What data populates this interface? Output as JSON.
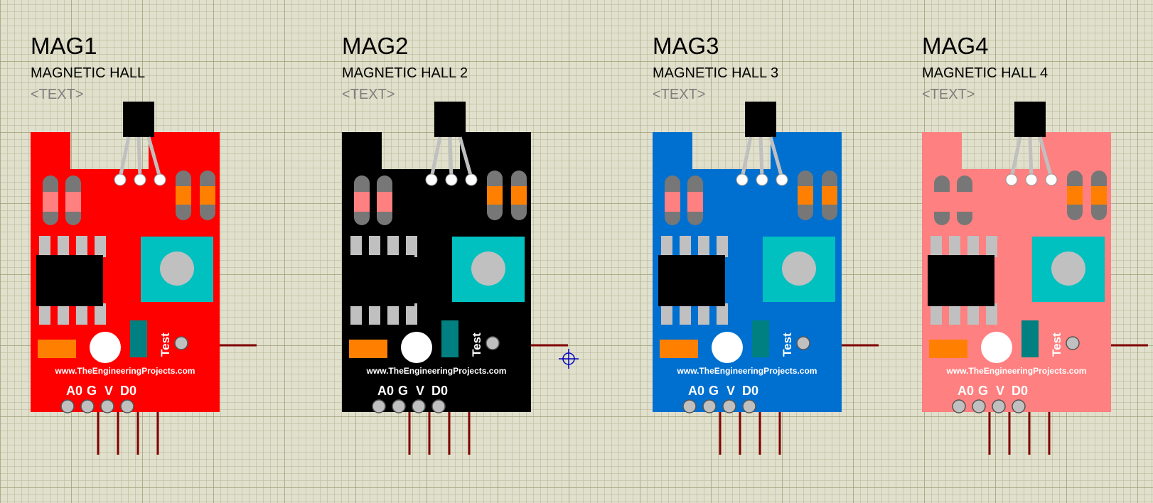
{
  "components": [
    {
      "ref": "MAG1",
      "value": "MAGNETIC HALL",
      "text": "<TEXT>",
      "board_color": "#ff0000",
      "watermark": "www.TheEngineeringProjects.com",
      "test_label": "Test",
      "pin_labels": [
        "A0",
        "G",
        "V",
        "D0"
      ]
    },
    {
      "ref": "MAG2",
      "value": "MAGNETIC HALL 2",
      "text": "<TEXT>",
      "board_color": "#000000",
      "watermark": "www.TheEngineeringProjects.com",
      "test_label": "Test",
      "pin_labels": [
        "A0",
        "G",
        "V",
        "D0"
      ]
    },
    {
      "ref": "MAG3",
      "value": "MAGNETIC HALL 3",
      "text": "<TEXT>",
      "board_color": "#0070d0",
      "watermark": "www.TheEngineeringProjects.com",
      "test_label": "Test",
      "pin_labels": [
        "A0",
        "G",
        "V",
        "D0"
      ]
    },
    {
      "ref": "MAG4",
      "value": "MAGNETIC HALL 4",
      "text": "<TEXT>",
      "board_color": "#ff8080",
      "watermark": "www.TheEngineeringProjects.com",
      "test_label": "Test",
      "pin_labels": [
        "A0",
        "G",
        "V",
        "D0"
      ]
    }
  ],
  "colors": {
    "wire": "#800000",
    "pin": "#c0c0c0",
    "potentiometer": "#00c0c0",
    "ic": "#000000",
    "resistor_pink": "#ff8080",
    "resistor_orange": "#ff8000",
    "capacitor": "#008080",
    "cursor": "#0000c0"
  },
  "icons": {
    "cursor": "origin-crosshair-icon"
  }
}
